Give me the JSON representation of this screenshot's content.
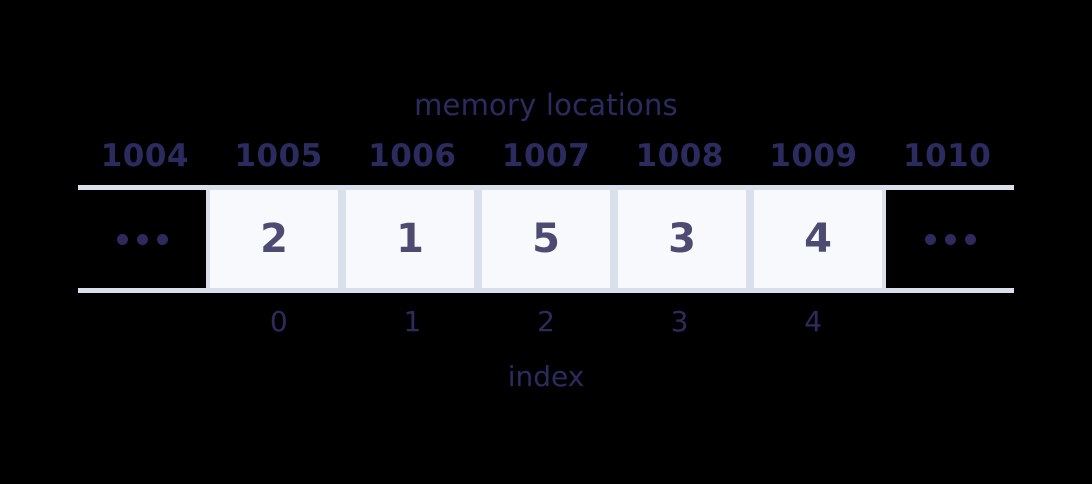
{
  "chart_data": {
    "type": "table",
    "title": "memory locations",
    "xlabel": "index",
    "categories": [
      "1005",
      "1006",
      "1007",
      "1008",
      "1009"
    ],
    "values": [
      2,
      1,
      5,
      3,
      4
    ],
    "indices": [
      0,
      1,
      2,
      3,
      4
    ],
    "memory_addresses": [
      "1004",
      "1005",
      "1006",
      "1007",
      "1008",
      "1009",
      "1010"
    ],
    "cells": [
      {
        "address": "1004",
        "value": "…",
        "index": null,
        "kind": "ellipsis"
      },
      {
        "address": "1005",
        "value": "2",
        "index": "0",
        "kind": "value"
      },
      {
        "address": "1006",
        "value": "1",
        "index": "1",
        "kind": "value"
      },
      {
        "address": "1007",
        "value": "5",
        "index": "2",
        "kind": "value"
      },
      {
        "address": "1008",
        "value": "3",
        "index": "3",
        "kind": "value"
      },
      {
        "address": "1009",
        "value": "4",
        "index": "4",
        "kind": "value"
      },
      {
        "address": "1010",
        "value": "…",
        "index": null,
        "kind": "ellipsis"
      }
    ],
    "grid": false,
    "legend": "none"
  },
  "captions": {
    "memory_locations": "memory locations",
    "index": "index"
  },
  "addresses": [
    {
      "label": "1004"
    },
    {
      "label": "1005"
    },
    {
      "label": "1006"
    },
    {
      "label": "1007"
    },
    {
      "label": "1008"
    },
    {
      "label": "1009"
    },
    {
      "label": "1010"
    }
  ],
  "array_cells": [
    {
      "text": "",
      "kind": "ellipsis"
    },
    {
      "text": "2",
      "kind": "value"
    },
    {
      "text": "1",
      "kind": "value"
    },
    {
      "text": "5",
      "kind": "value"
    },
    {
      "text": "3",
      "kind": "value"
    },
    {
      "text": "4",
      "kind": "value"
    },
    {
      "text": "",
      "kind": "ellipsis"
    }
  ],
  "indices": [
    {
      "label": "0"
    },
    {
      "label": "1"
    },
    {
      "label": "2"
    },
    {
      "label": "3"
    },
    {
      "label": "4"
    }
  ],
  "colors": {
    "background": "#000000",
    "cell_fill": "#f7f9fd",
    "cell_border": "#d9e0ec",
    "value_text": "#4e4b72",
    "label_text": "#2b2b5f",
    "dot": "#2e2b5c"
  }
}
